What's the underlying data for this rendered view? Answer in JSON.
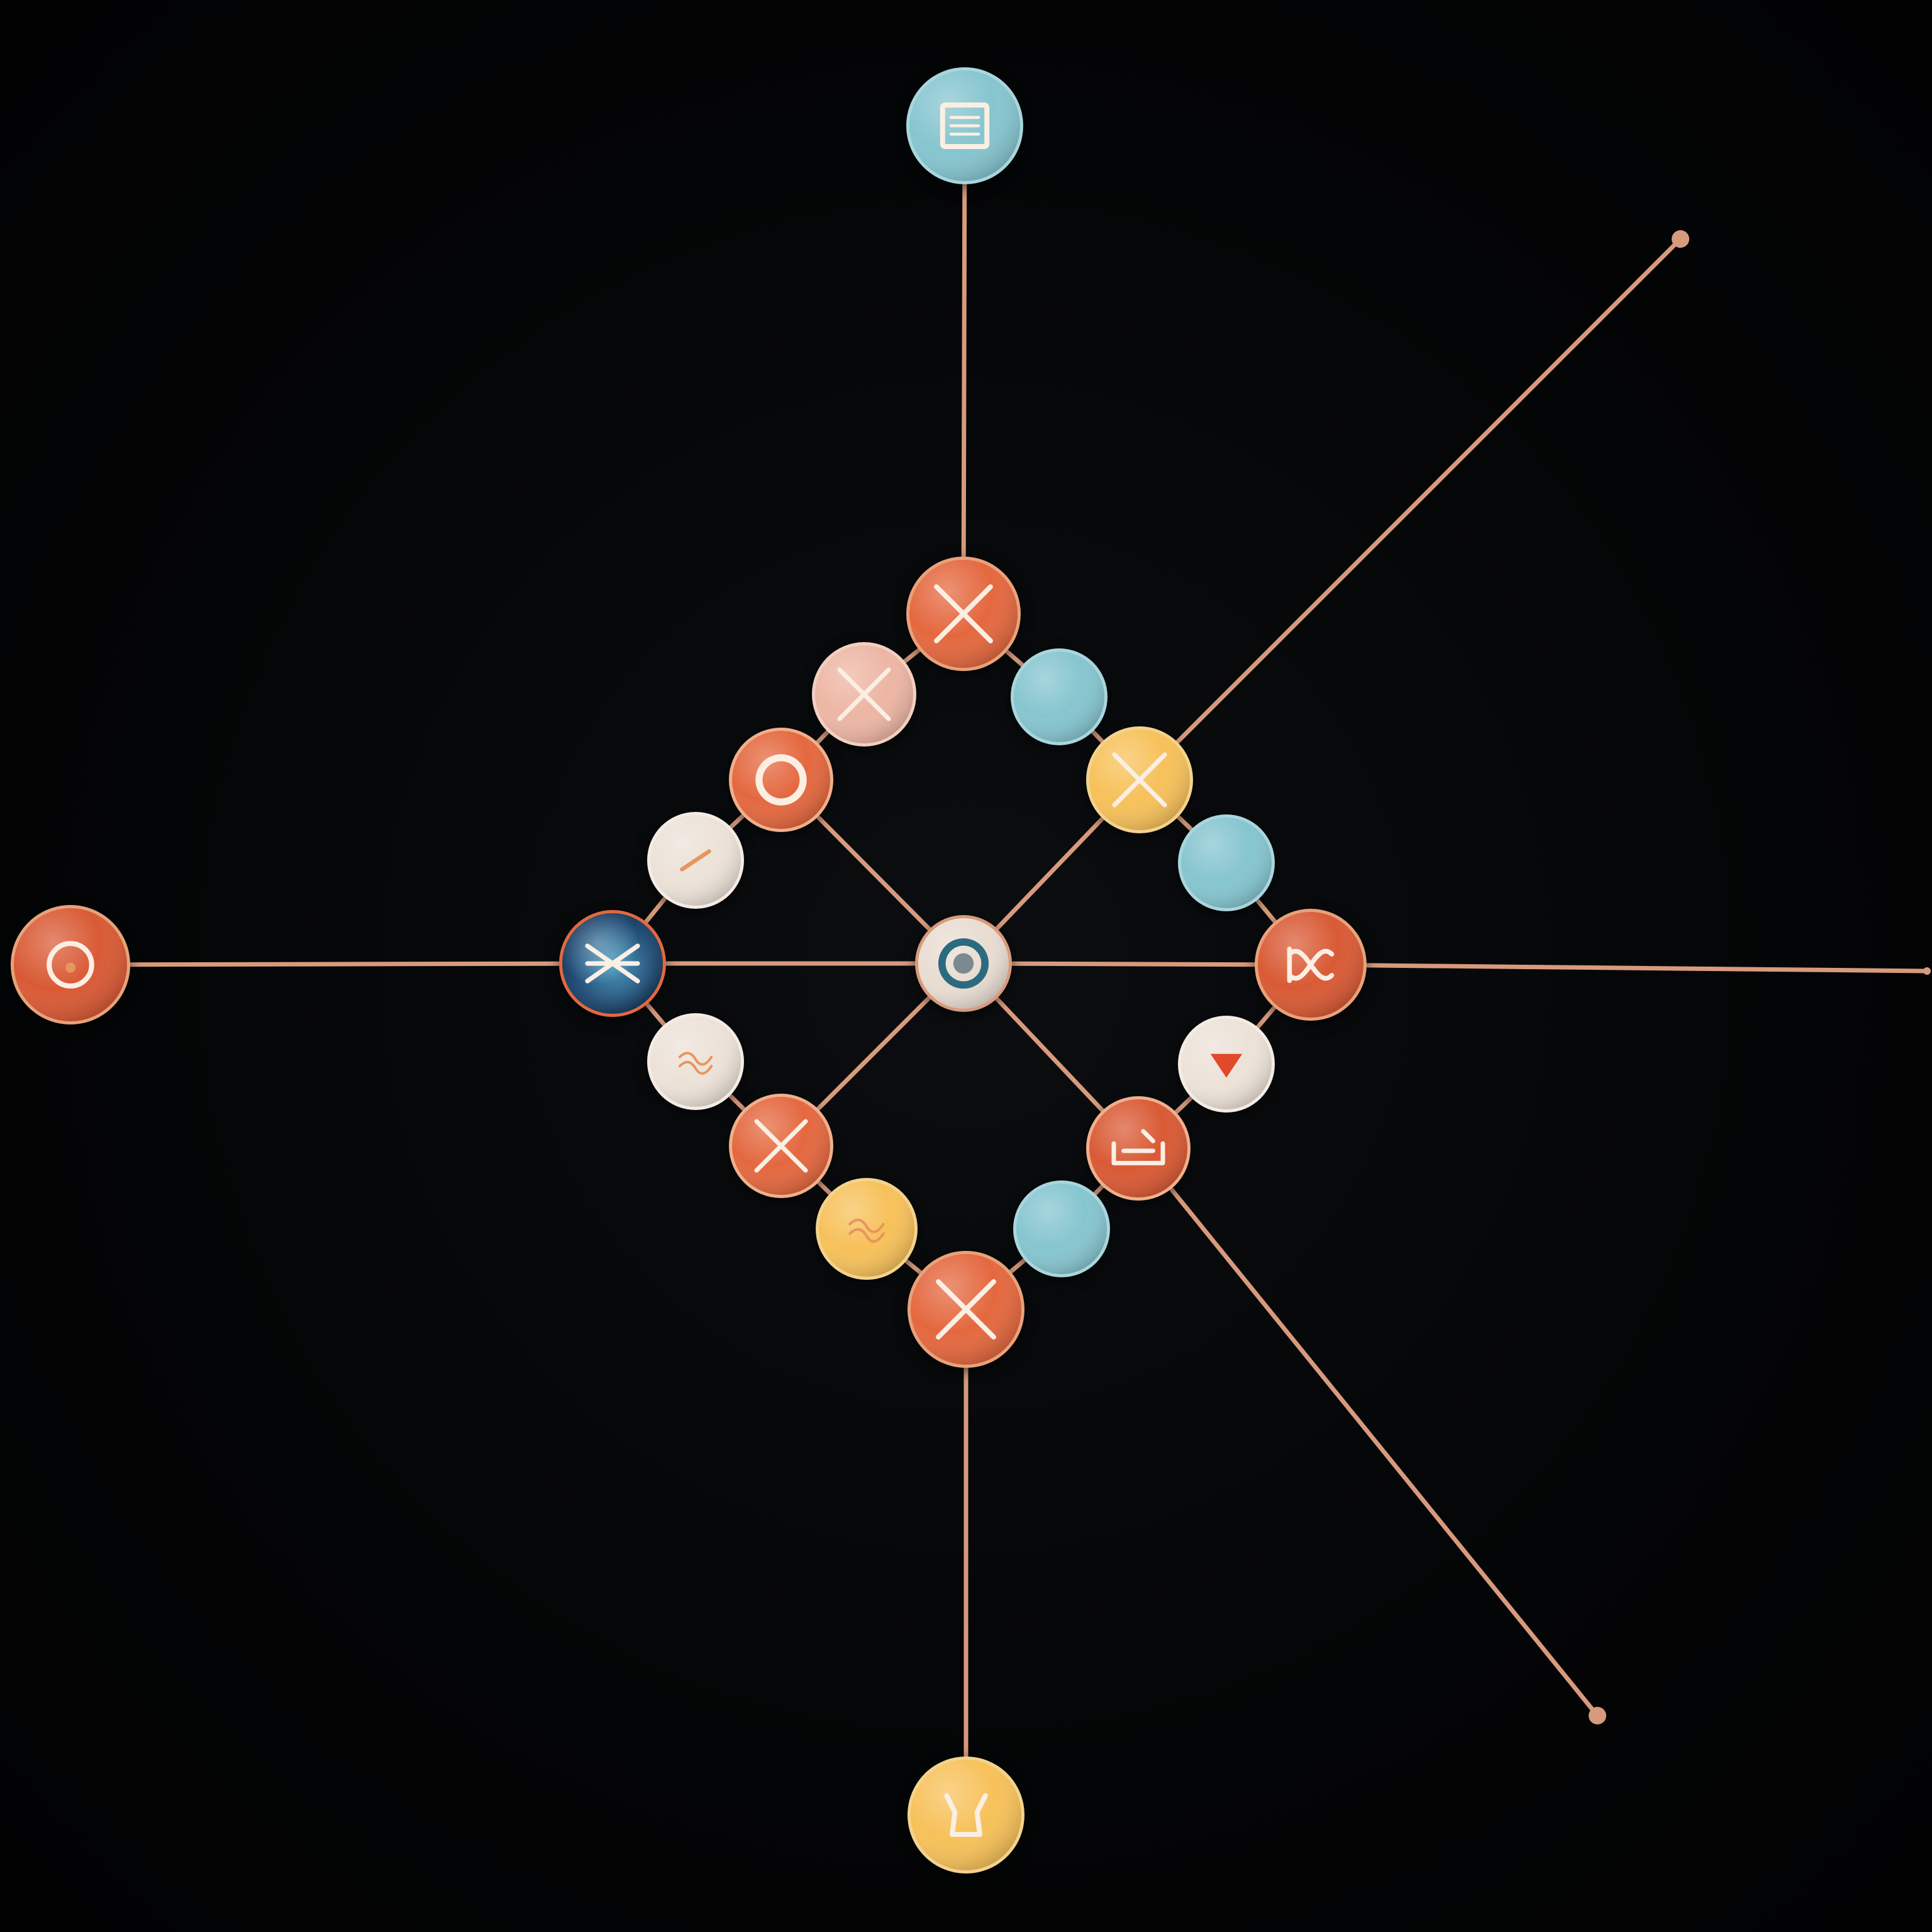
{
  "palette": {
    "background": "#030405",
    "link": "#d89a7c",
    "glyph": "#fbefe4",
    "orange": "#e4683f",
    "coral": "#e6955f",
    "peach": "#edb6a4",
    "cream": "#ece2d8",
    "teal": "#86c5cf",
    "yellow": "#f7c15a",
    "navy": "#1f4a74"
  },
  "nodes": [
    {
      "id": "hub",
      "icon": "target-icon",
      "fill": "#e9ddd2",
      "ring": "#d89a7c"
    },
    {
      "id": "diamond-top",
      "icon": "x-mark-icon",
      "fill": "#e4683f",
      "ring": "#e8a27a"
    },
    {
      "id": "diamond-right",
      "icon": "knot-icon",
      "fill": "#d95a35",
      "ring": "#e8a27a"
    },
    {
      "id": "diamond-bottom",
      "icon": "x-mark-icon",
      "fill": "#e4683f",
      "ring": "#e8a27a"
    },
    {
      "id": "diamond-left",
      "icon": "star-burst-icon",
      "fill": "#1f4a74",
      "ring": "#e4683f"
    },
    {
      "id": "mid-top-left",
      "icon": "ring-icon",
      "fill": "#e4683f",
      "ring": "#f0b08c"
    },
    {
      "id": "mid-top-right",
      "icon": "x-mark-icon",
      "fill": "#f7c15a",
      "ring": "#f3d38d"
    },
    {
      "id": "mid-bottom-right",
      "icon": "box-icon",
      "fill": "#d95a35",
      "ring": "#f0b08c"
    },
    {
      "id": "mid-bottom-left",
      "icon": "x-mark-icon",
      "fill": "#e4683f",
      "ring": "#f0b08c"
    },
    {
      "id": "small-peach",
      "icon": "x-mark-icon",
      "fill": "#edb6a4",
      "ring": "#f3cfc2"
    },
    {
      "id": "small-teal-1",
      "icon": "none",
      "fill": "#86c5cf",
      "ring": "#a9d6dd"
    },
    {
      "id": "small-cream-1",
      "icon": "slash-icon",
      "fill": "#ece2d8",
      "ring": "#f4ece4"
    },
    {
      "id": "small-teal-2",
      "icon": "none",
      "fill": "#86c5cf",
      "ring": "#a9d6dd"
    },
    {
      "id": "small-cream-2",
      "icon": "scribble-icon",
      "fill": "#ece2d8",
      "ring": "#f4ece4"
    },
    {
      "id": "small-cream-3",
      "icon": "triangle-icon",
      "fill": "#ece2d8",
      "ring": "#f4ece4"
    },
    {
      "id": "small-yellow",
      "icon": "scribble-icon",
      "fill": "#f7c15a",
      "ring": "#f3d38d"
    },
    {
      "id": "small-teal-3",
      "icon": "none",
      "fill": "#86c5cf",
      "ring": "#a9d6dd"
    },
    {
      "id": "outer-top",
      "icon": "document-icon",
      "fill": "#86c5cf",
      "ring": "#a9d6dd"
    },
    {
      "id": "outer-left",
      "icon": "lock-icon",
      "fill": "#d95a35",
      "ring": "#e8a27a"
    },
    {
      "id": "outer-bottom",
      "icon": "vessel-icon",
      "fill": "#f7c15a",
      "ring": "#f3d38d"
    },
    {
      "id": "end-top-right",
      "icon": "none",
      "fill": "#d89a7c",
      "ring": "#d89a7c"
    },
    {
      "id": "end-bottom-right",
      "icon": "none",
      "fill": "#d89a7c",
      "ring": "#d89a7c"
    },
    {
      "id": "end-right",
      "icon": "none",
      "fill": "#d89a7c",
      "ring": "#d89a7c"
    }
  ],
  "links": [
    [
      "hub",
      "diamond-left"
    ],
    [
      "hub",
      "diamond-right"
    ],
    [
      "hub",
      "mid-top-left"
    ],
    [
      "hub",
      "mid-top-right"
    ],
    [
      "hub",
      "mid-bottom-left"
    ],
    [
      "hub",
      "mid-bottom-right"
    ],
    [
      "diamond-top",
      "small-peach"
    ],
    [
      "small-peach",
      "mid-top-left"
    ],
    [
      "mid-top-left",
      "small-cream-1"
    ],
    [
      "small-cream-1",
      "diamond-left"
    ],
    [
      "diamond-left",
      "small-cream-2"
    ],
    [
      "small-cream-2",
      "mid-bottom-left"
    ],
    [
      "mid-bottom-left",
      "small-yellow"
    ],
    [
      "small-yellow",
      "diamond-bottom"
    ],
    [
      "diamond-bottom",
      "small-teal-3"
    ],
    [
      "small-teal-3",
      "mid-bottom-right"
    ],
    [
      "mid-bottom-right",
      "small-cream-3"
    ],
    [
      "small-cream-3",
      "diamond-right"
    ],
    [
      "diamond-right",
      "small-teal-2"
    ],
    [
      "small-teal-2",
      "mid-top-right"
    ],
    [
      "mid-top-right",
      "small-teal-1"
    ],
    [
      "small-teal-1",
      "diamond-top"
    ],
    [
      "diamond-top",
      "outer-top"
    ],
    [
      "diamond-left",
      "outer-left"
    ],
    [
      "diamond-bottom",
      "outer-bottom"
    ],
    [
      "diamond-right",
      "end-right"
    ],
    [
      "mid-top-right",
      "end-top-right"
    ],
    [
      "mid-bottom-right",
      "end-bottom-right"
    ]
  ]
}
